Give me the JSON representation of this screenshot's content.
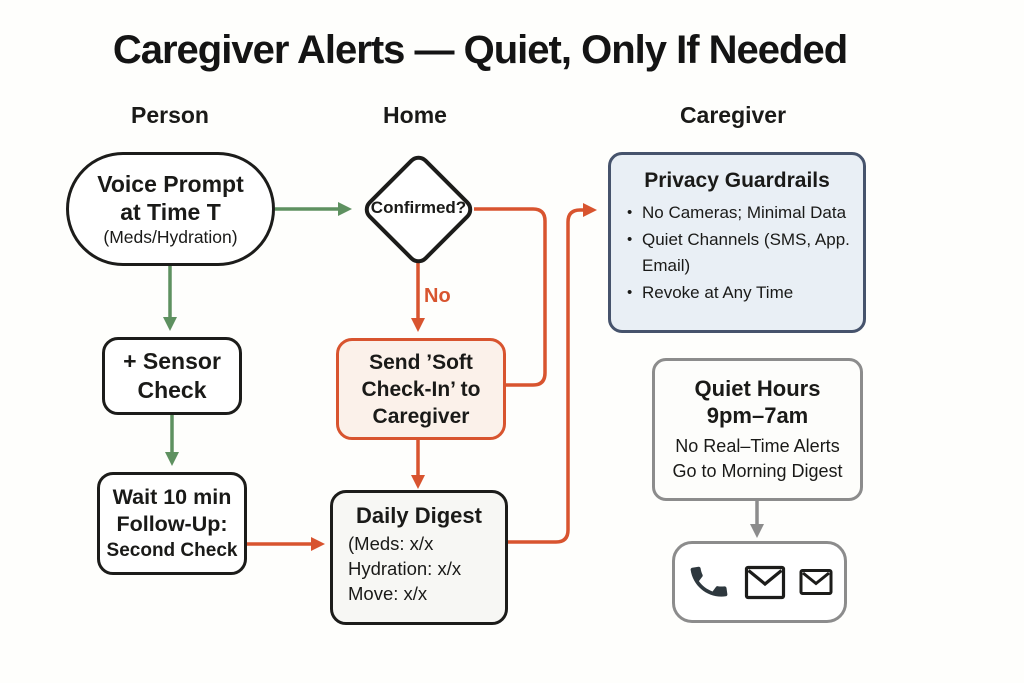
{
  "title": "Caregiver Alerts — Quiet, Only If Needed",
  "columns": {
    "person": "Person",
    "home": "Home",
    "caregiver": "Caregiver"
  },
  "nodes": {
    "voice_prompt": {
      "line1": "Voice Prompt",
      "line2": "at Time T",
      "line3": "(Meds/Hydration)"
    },
    "sensor_check": {
      "line1": "+ Sensor",
      "line2": "Check"
    },
    "wait_followup": {
      "line1": "Wait 10 min",
      "line2": "Follow-Up:",
      "line3": "Second Check"
    },
    "confirmed": {
      "label": "Confirmed?",
      "no_branch_label": "No"
    },
    "soft_checkin": {
      "line1": "Send ’Soft",
      "line2": "Check-In’ to",
      "line3": "Caregiver"
    },
    "daily_digest": {
      "title": "Daily Digest",
      "items": [
        "(Meds: x/x",
        "Hydration: x/x",
        "Move: x/x"
      ]
    },
    "privacy_guardrails": {
      "title": "Privacy Guardrails",
      "bullets": [
        "No Cameras; Minimal Data",
        "Quiet Channels (SMS, App. Email)",
        "Revoke at Any Time"
      ]
    },
    "quiet_hours": {
      "line1": "Quiet Hours",
      "line2": "9pm–7am",
      "line3": "No Real–Time Alerts",
      "line4": "Go to Morning Digest"
    },
    "channels": {
      "icons": [
        "phone-icon",
        "envelope-icon",
        "envelope-icon-small"
      ]
    }
  },
  "colors": {
    "background": "#FEFEFC",
    "ink": "#1C1C1A",
    "green_arrow": "#5E9160",
    "orange_arrow": "#D8542F",
    "navy_border": "#46536C",
    "privacy_fill": "#E9EFF5",
    "soft_checkin_fill": "#FBF1EA",
    "digest_fill": "#F7F7F4",
    "gray_border": "#8C8C8C"
  }
}
